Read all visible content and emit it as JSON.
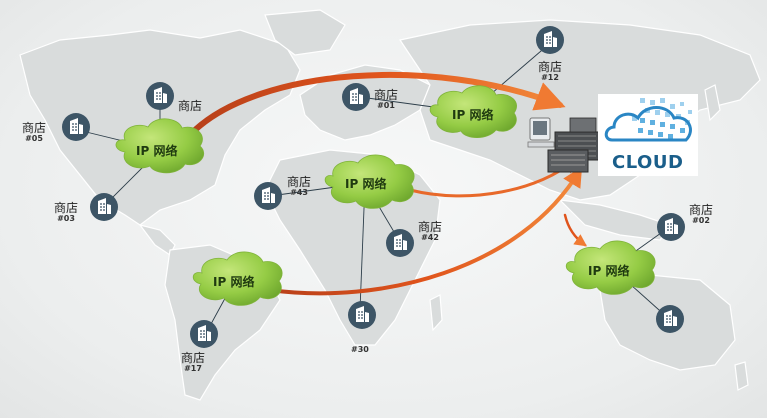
{
  "diagram": {
    "cloud_label": "CLOUD",
    "networks": [
      {
        "id": "net-na",
        "label": "IP 网络"
      },
      {
        "id": "net-eu",
        "label": "IP 网络"
      },
      {
        "id": "net-af",
        "label": "IP 网络"
      },
      {
        "id": "net-sa",
        "label": "IP 网络"
      },
      {
        "id": "net-au",
        "label": "IP 网络"
      }
    ],
    "stores": [
      {
        "id": "store-na-top",
        "name": "商店",
        "number": ""
      },
      {
        "id": "store-05",
        "name": "商店",
        "number": "#05"
      },
      {
        "id": "store-03",
        "name": "商店",
        "number": "#03"
      },
      {
        "id": "store-01",
        "name": "商店",
        "number": "#01"
      },
      {
        "id": "store-12",
        "name": "商店",
        "number": "#12"
      },
      {
        "id": "store-43",
        "name": "商店",
        "number": "#43"
      },
      {
        "id": "store-42",
        "name": "商店",
        "number": "#42"
      },
      {
        "id": "store-30",
        "name": "",
        "number": "#30"
      },
      {
        "id": "store-17",
        "name": "商店",
        "number": "#17"
      },
      {
        "id": "store-02",
        "name": "商店",
        "number": "#02"
      },
      {
        "id": "store-au",
        "name": "",
        "number": ""
      }
    ],
    "colors": {
      "cloud_blue": "#2f8fc9",
      "network_green": "#8cc63f",
      "arrow_orange": "#e0541c",
      "store_icon": "#3d5566"
    }
  }
}
